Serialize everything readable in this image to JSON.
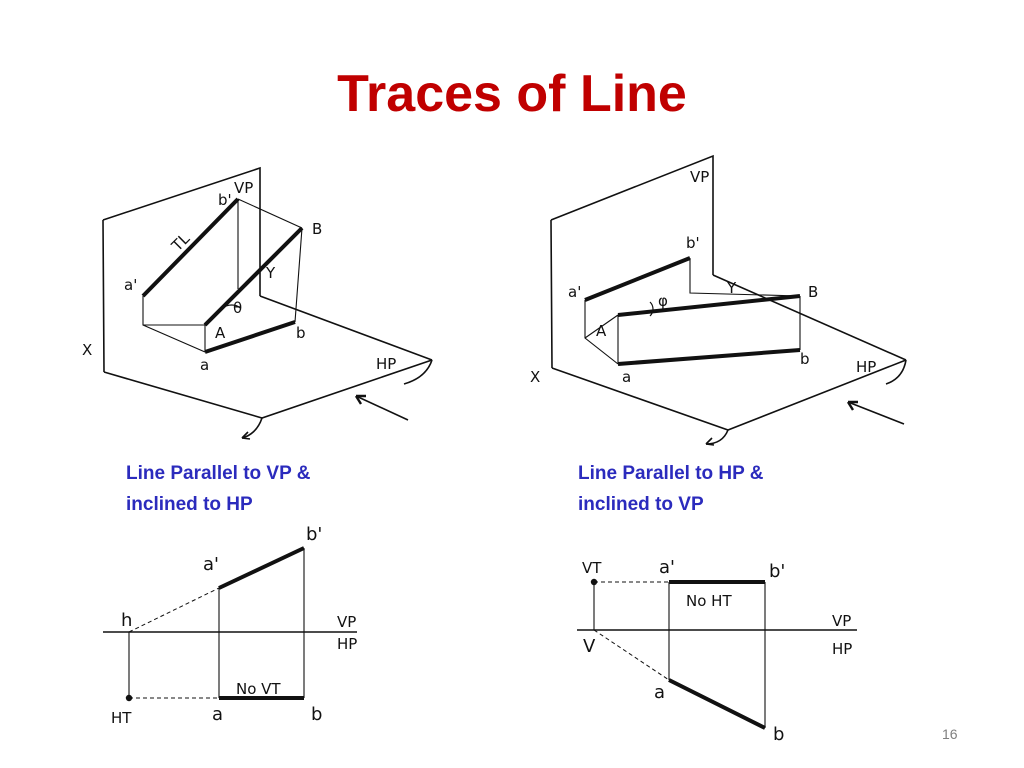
{
  "title": "Traces of Line",
  "captions": {
    "left": [
      "Line Parallel to VP &",
      "inclined to HP"
    ],
    "right": [
      "Line Parallel to HP &",
      "inclined to VP"
    ]
  },
  "page_number": "16",
  "labels": {
    "d1": {
      "x": "X",
      "vp": "VP",
      "hp": "HP",
      "a_prime": "a'",
      "b_prime": "b'",
      "tl": "TL",
      "B": "B",
      "A": "A",
      "a": "a",
      "b": "b",
      "theta": "θ",
      "gamma": "Y"
    },
    "d2": {
      "x": "X",
      "vp": "VP",
      "hp": "HP",
      "a_prime": "a'",
      "b_prime": "b'",
      "B": "B",
      "A": "A",
      "a": "a",
      "b": "b",
      "phi": "φ",
      "gamma": "Y"
    },
    "d3": {
      "a_prime": "a'",
      "b_prime": "b'",
      "h": "h",
      "vp": "VP",
      "hp": "HP",
      "ht": "HT",
      "a": "a",
      "b": "b",
      "no_vt": "No VT"
    },
    "d4": {
      "vt": "VT",
      "a_prime": "a'",
      "b_prime": "b'",
      "no_ht": "No HT",
      "v": "V",
      "vp": "VP",
      "hp": "HP",
      "a": "a",
      "b": "b"
    }
  },
  "colors": {
    "title": "#c00000",
    "caption": "#2b2bbd",
    "ink": "#111111",
    "page_number": "#7f7f7f"
  }
}
